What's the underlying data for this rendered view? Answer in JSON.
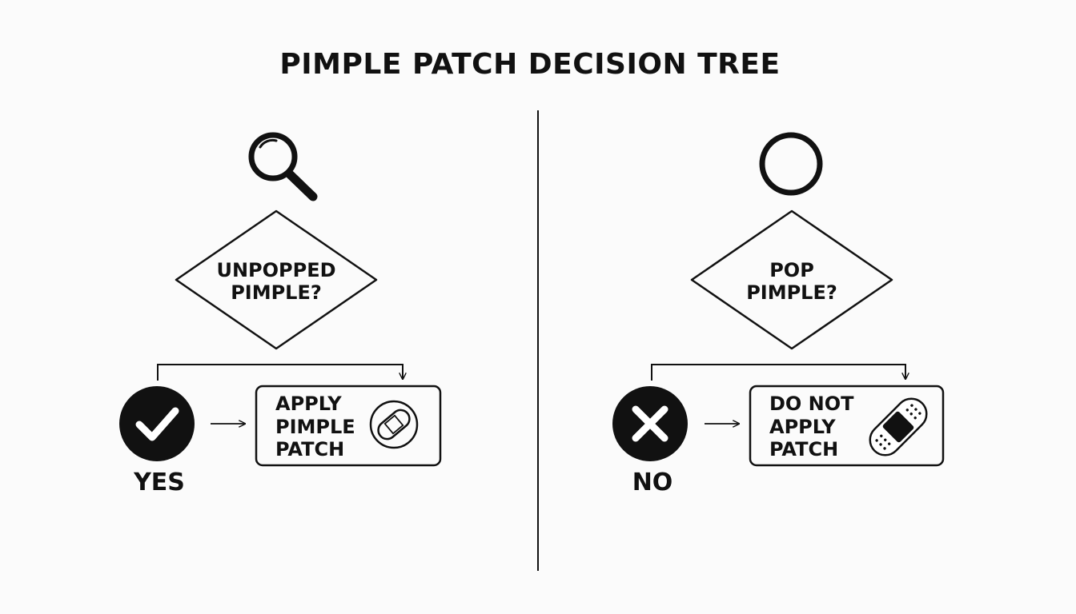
{
  "title": "PIMPLE PATCH DECISION TREE",
  "colors": {
    "ink": "#111111",
    "background": "#fbfbfb",
    "icon_fill_light": "#ffffff"
  },
  "left_branch": {
    "top_icon": "magnifier-icon",
    "question_lines": [
      "UNPOPPED",
      "PIMPLE?"
    ],
    "answer_icon": "check-icon",
    "answer_label": "YES",
    "outcome_lines": [
      "APPLY",
      "PIMPLE",
      "PATCH"
    ],
    "outcome_icon": "round-patch-icon"
  },
  "right_branch": {
    "top_icon": "circle-icon",
    "question_lines": [
      "POP",
      "PIMPLE?"
    ],
    "answer_icon": "cross-icon",
    "answer_label": "NO",
    "outcome_lines": [
      "DO NOT",
      "APPLY",
      "PATCH"
    ],
    "outcome_icon": "bandage-icon"
  }
}
